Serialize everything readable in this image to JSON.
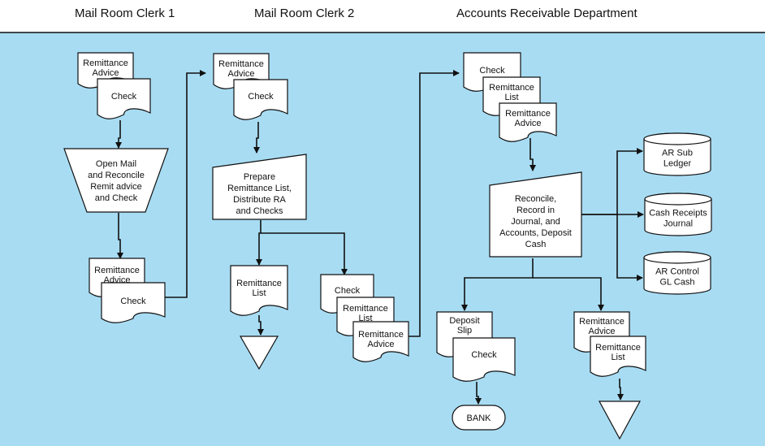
{
  "colors": {
    "background": "#a8dcf3",
    "line": "#111111",
    "shape_fill": "#ffffff"
  },
  "headers": {
    "clerk1": "Mail Room Clerk 1",
    "clerk2": "Mail Room Clerk 2",
    "ar_dept": "Accounts Receivable Department"
  },
  "clerk1": {
    "doc_remittance_advice": [
      "Remittance",
      "Advice"
    ],
    "doc_check": "Check",
    "process_open_mail": [
      "Open Mail",
      "and Reconcile",
      "Remit advice",
      "and Check"
    ],
    "doc_remittance_advice_2": [
      "Remittance",
      "Advice"
    ],
    "doc_check_2": "Check"
  },
  "clerk2": {
    "doc_remittance_advice": [
      "Remittance",
      "Advice"
    ],
    "doc_check": "Check",
    "process_prepare": [
      "Prepare",
      "Remittance List,",
      "Distribute RA",
      "and Checks"
    ],
    "doc_remittance_list": [
      "Remittance",
      "List"
    ],
    "doc_check_out": "Check",
    "doc_remittance_list_out": [
      "Remittance",
      "List"
    ],
    "doc_remittance_advice_out": [
      "Remittance",
      "Advice"
    ]
  },
  "ar": {
    "doc_check_in": "Check",
    "doc_remittance_list_in": [
      "Remittance",
      "List"
    ],
    "doc_remittance_advice_in": [
      "Remittance",
      "Advice"
    ],
    "process_reconcile": [
      "Reconcile,",
      "Record in",
      "Journal, and",
      "Accounts, Deposit",
      "Cash"
    ],
    "db_ar_sub": [
      "AR Sub",
      "Ledger"
    ],
    "db_cash_receipts": [
      "Cash Receipts",
      "Journal"
    ],
    "db_ar_control": [
      "AR Control",
      "GL Cash"
    ],
    "doc_deposit_slip": [
      "Deposit",
      "Slip"
    ],
    "doc_check_dep": "Check",
    "terminal_bank": "BANK",
    "doc_remittance_advice_file": [
      "Remittance",
      "Advice"
    ],
    "doc_remittance_list_file": [
      "Remittance",
      "List"
    ]
  }
}
